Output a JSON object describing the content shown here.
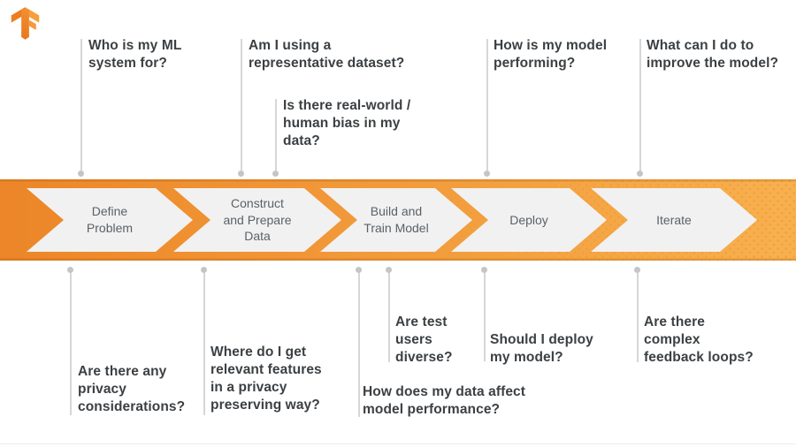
{
  "logo": {
    "name": "TensorFlow"
  },
  "colors": {
    "banner_start": "#EC8628",
    "banner_end": "#F8B04E",
    "chevron_fill": "#F1F1F1",
    "stage_text": "#5B6166",
    "question_text": "#3C4043",
    "connector": "#D6D6D6"
  },
  "banner": {
    "stages": [
      {
        "label": "Define\nProblem"
      },
      {
        "label": "Construct\nand Prepare\nData"
      },
      {
        "label": "Build and\nTrain Model"
      },
      {
        "label": "Deploy"
      },
      {
        "label": "Iterate"
      }
    ]
  },
  "questions": {
    "top": [
      {
        "text": "Who is my ML\nsystem for?"
      },
      {
        "text": "Am I using a\nrepresentative dataset?"
      },
      {
        "text": "Is there real-world /\nhuman bias in my\ndata?"
      },
      {
        "text": "How is my model\nperforming?"
      },
      {
        "text": "What can I do to\nimprove the model?"
      }
    ],
    "bottom": [
      {
        "text": "Are there any\nprivacy\nconsiderations?"
      },
      {
        "text": "Where do I get\nrelevant features\nin a privacy\npreserving way?"
      },
      {
        "text": "Are test\nusers\ndiverse?"
      },
      {
        "text": "How does my data affect\nmodel performance?"
      },
      {
        "text": "Should I deploy\nmy model?"
      },
      {
        "text": "Are there\ncomplex\nfeedback loops?"
      }
    ]
  }
}
